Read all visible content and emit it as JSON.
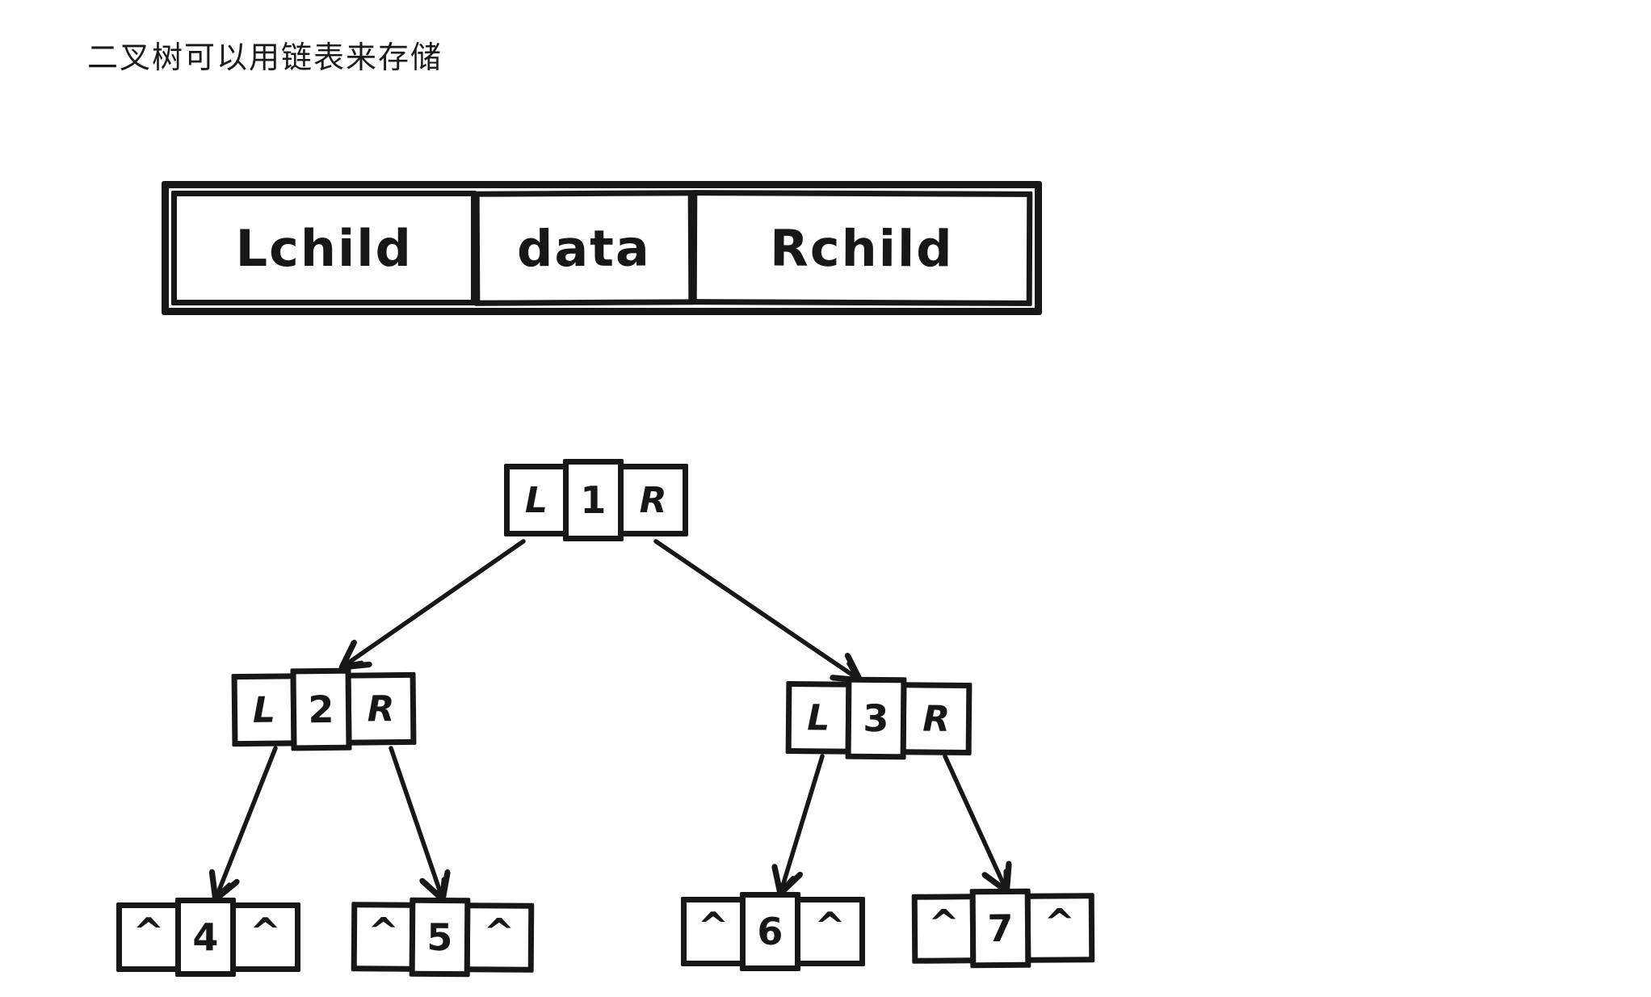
{
  "title": "二叉树可以用链表来存储",
  "record_box": {
    "cells": [
      "Lchild",
      "data",
      "Rchild"
    ]
  },
  "tree": {
    "nodes": [
      {
        "id": "1",
        "left": "L",
        "data": "1",
        "right": "R"
      },
      {
        "id": "2",
        "left": "L",
        "data": "2",
        "right": "R"
      },
      {
        "id": "3",
        "left": "L",
        "data": "3",
        "right": "R"
      },
      {
        "id": "4",
        "left": "^",
        "data": "4",
        "right": "^"
      },
      {
        "id": "5",
        "left": "^",
        "data": "5",
        "right": "^"
      },
      {
        "id": "6",
        "left": "^",
        "data": "6",
        "right": "^"
      },
      {
        "id": "7",
        "left": "^",
        "data": "7",
        "right": "^"
      }
    ],
    "edges": [
      {
        "from": "1",
        "to": "2"
      },
      {
        "from": "1",
        "to": "3"
      },
      {
        "from": "2",
        "to": "4"
      },
      {
        "from": "2",
        "to": "5"
      },
      {
        "from": "3",
        "to": "6"
      },
      {
        "from": "3",
        "to": "7"
      }
    ]
  },
  "colors": {
    "ink": "#171717",
    "background": "#ffffff"
  }
}
